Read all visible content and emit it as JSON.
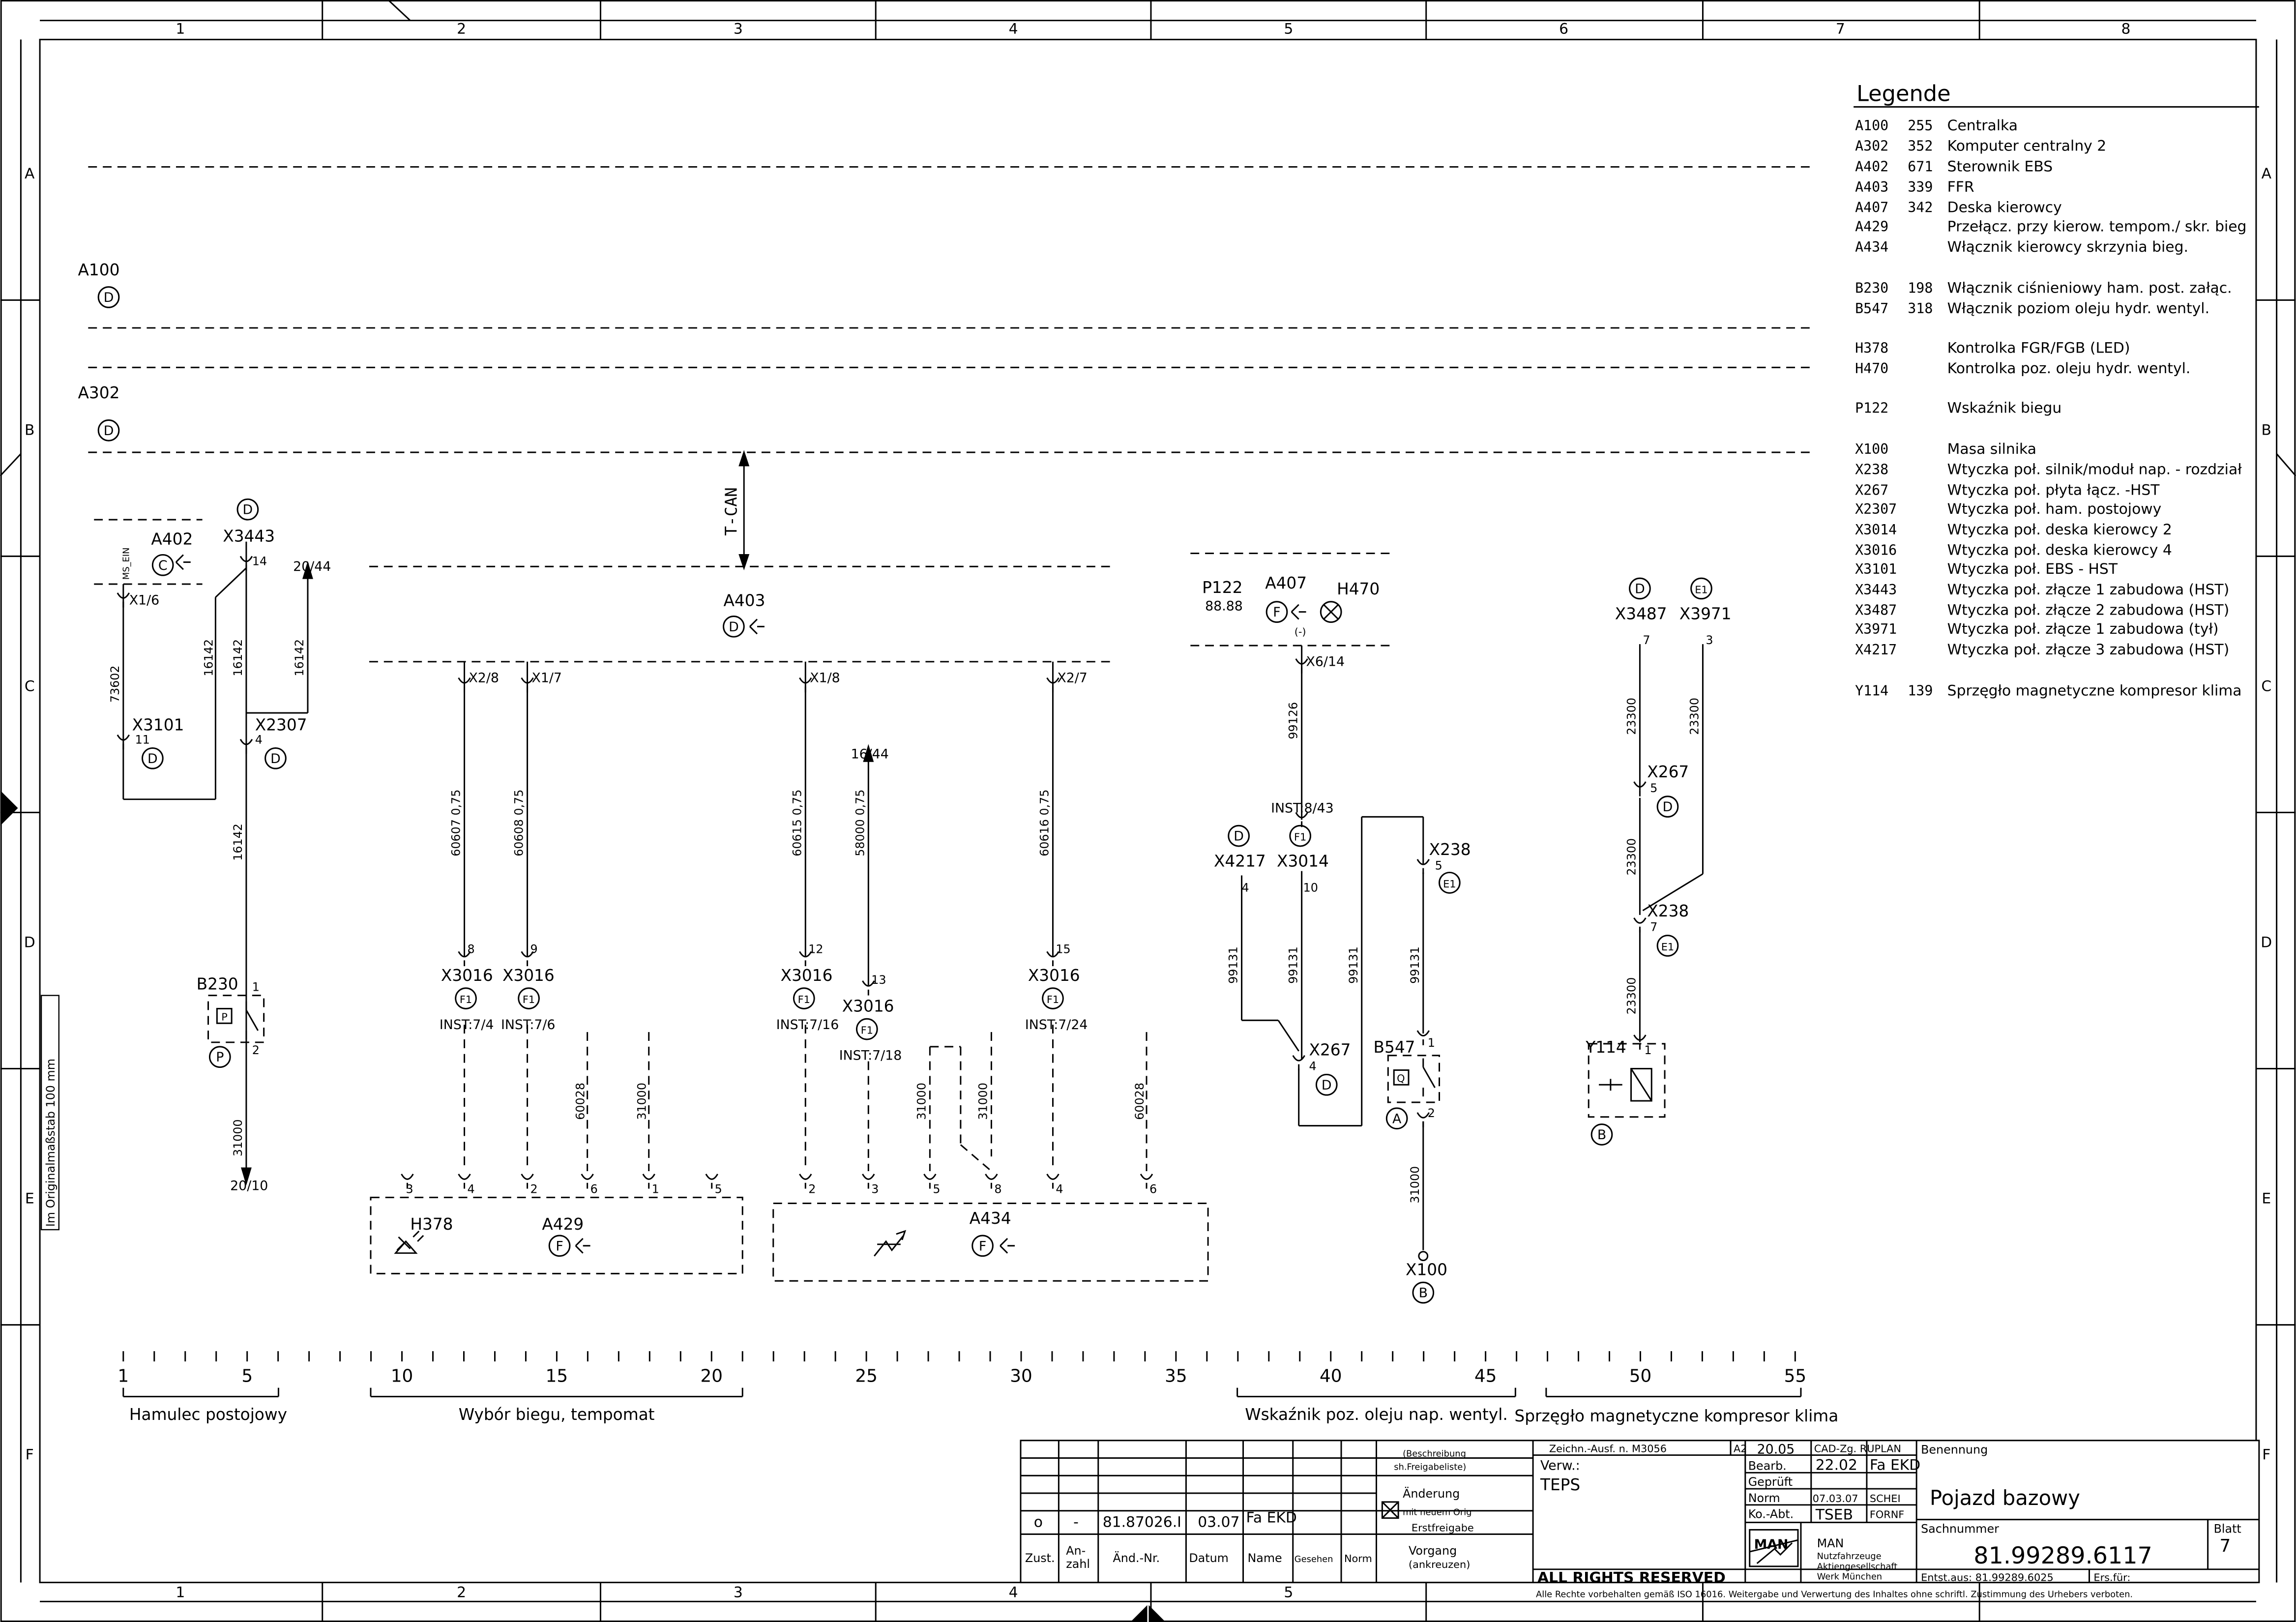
{
  "border": {
    "columns": [
      "1",
      "2",
      "3",
      "4",
      "5",
      "6",
      "7",
      "8"
    ],
    "rows": [
      "A",
      "B",
      "C",
      "D",
      "E",
      "F"
    ],
    "scale_note": "Im Originalmaßstab 100 mm"
  },
  "legend": {
    "title": "Legende",
    "entries": [
      {
        "code": "A100",
        "num": "255",
        "desc": "Centralka"
      },
      {
        "code": "A302",
        "num": "352",
        "desc": "Komputer centralny 2"
      },
      {
        "code": "A402",
        "num": "671",
        "desc": "Sterownik  EBS"
      },
      {
        "code": "A403",
        "num": "339",
        "desc": "FFR"
      },
      {
        "code": "A407",
        "num": "342",
        "desc": "Deska kierowcy"
      },
      {
        "code": "A429",
        "num": "",
        "desc": "Przełącz. przy kierow. tempom./ skr. bieg"
      },
      {
        "code": "A434",
        "num": "",
        "desc": "Włącznik kierowcy skrzynia bieg."
      },
      {
        "code": "B230",
        "num": "198",
        "desc": "Włącznik ciśnieniowy ham. post. załąc."
      },
      {
        "code": "B547",
        "num": "318",
        "desc": "Włącznik poziom oleju hydr. wentyl."
      },
      {
        "code": "H378",
        "num": "",
        "desc": "Kontrolka      FGR/FGB (LED)"
      },
      {
        "code": "H470",
        "num": "",
        "desc": "Kontrolka poz. oleju hydr. wentyl."
      },
      {
        "code": "P122",
        "num": "",
        "desc": "Wskaźnik biegu"
      },
      {
        "code": "X100",
        "num": "",
        "desc": "Masa silnika"
      },
      {
        "code": "X238",
        "num": "",
        "desc": "Wtyczka poł. silnik/moduł nap. - rozdział"
      },
      {
        "code": "X267",
        "num": "",
        "desc": "Wtyczka poł. płyta łącz. -HST"
      },
      {
        "code": "X2307",
        "num": "",
        "desc": "Wtyczka poł. ham. postojowy"
      },
      {
        "code": "X3014",
        "num": "",
        "desc": "Wtyczka poł. deska kierowcy 2"
      },
      {
        "code": "X3016",
        "num": "",
        "desc": "Wtyczka poł. deska kierowcy 4"
      },
      {
        "code": "X3101",
        "num": "",
        "desc": "Wtyczka poł. EBS - HST"
      },
      {
        "code": "X3443",
        "num": "",
        "desc": "Wtyczka poł. złącze 1 zabudowa (HST)"
      },
      {
        "code": "X3487",
        "num": "",
        "desc": "Wtyczka poł. złącze 2 zabudowa (HST)"
      },
      {
        "code": "X3971",
        "num": "",
        "desc": "Wtyczka poł. złącze 1 zabudowa (tył)"
      },
      {
        "code": "X4217",
        "num": "",
        "desc": "Wtyczka poł. złącze 3 zabudowa (HST)"
      },
      {
        "code": "Y114",
        "num": "139",
        "desc": "Sprzęgło magnetyczne kompresor klima"
      }
    ]
  },
  "labels": {
    "a100": "A100",
    "a302": "A302",
    "a402": "A402",
    "a403": "A403",
    "tcan": "T-CAN",
    "x3443": "X3443",
    "x3101": "X3101",
    "x2307": "X2307",
    "b230": "B230",
    "p122": "P122",
    "p122_disp": "88.88",
    "a407": "A407",
    "h470": "H470",
    "x4217": "X4217",
    "x3014": "X3014",
    "x238": "X238",
    "x267": "X267",
    "b547": "B547",
    "x100": "X100",
    "x3487": "X3487",
    "x3971": "X3971",
    "y114": "Y114",
    "h378": "H378",
    "a429": "A429",
    "a434": "A434",
    "x3016": "X3016",
    "ref_20_44": "20/44",
    "ref_20_10": "20/10",
    "ref_16_44": "16/44",
    "ms_ein": "MS_EIN",
    "x1_6": "X1/6",
    "x6_14": "X6/14",
    "inst_8_43": "INST:8/43",
    "inst_7_4": "INST:7/4",
    "inst_7_6": "INST:7/6",
    "inst_7_16": "INST:7/16",
    "inst_7_18": "INST:7/18",
    "inst_7_24": "INST:7/24",
    "x2_8": "X2/8",
    "x1_7": "X1/7",
    "x1_8": "X1/8",
    "x2_7": "X2/7",
    "minus": "(-)"
  },
  "circles": {
    "d": "D",
    "c": "C",
    "f": "F",
    "f1": "F1",
    "e1": "E1",
    "p": "P",
    "a": "A",
    "b": "B"
  },
  "wires": {
    "w73602": "73602",
    "w16142": "16142",
    "w31000": "31000",
    "w60607": "60607  0,75",
    "w60608": "60608  0,75",
    "w60615": "60615  0,75",
    "w58000": "58000  0,75",
    "w60616": "60616  0,75",
    "w60028": "60028",
    "w99126": "99126",
    "w99131": "99131",
    "w23300": "23300"
  },
  "pins": [
    "1",
    "2",
    "3",
    "4",
    "5",
    "6",
    "7",
    "8",
    "9",
    "10",
    "11",
    "12",
    "13",
    "14",
    "15"
  ],
  "ruler": {
    "ticks": [
      "1",
      "5",
      "10",
      "15",
      "20",
      "25",
      "30",
      "35",
      "40",
      "45",
      "50",
      "55"
    ],
    "groups": [
      "Hamulec postojowy",
      "Wybór biegu, tempomat",
      "Wskaźnik poz. oleju nap. wentyl.",
      "Sprzęgło magnetyczne kompresor klima"
    ]
  },
  "title_block": {
    "rev_row": {
      "zust": "o",
      "anzahl": "-",
      "aend_nr": "81.87026.I",
      "datum": "03.07",
      "name": "Fa EKD"
    },
    "headers": {
      "zust": "Zust.",
      "anzahl": "An-\nzahl",
      "aend": "Änd.-Nr.",
      "datum": "Datum",
      "name": "Name",
      "gesehen": "Gesehen",
      "norm": "Norm",
      "vorgang": "Vorgang",
      "ankreuzen": "(ankreuzen)"
    },
    "beschreibung": "(Beschreibung",
    "freigabeliste": "sh.Freigabeliste)",
    "aenderung": "Änderung",
    "mit_neuem": "mit neuem Orig",
    "erstfreigabe": "Erstfreigabe",
    "zeichn": "Zeichn.-Ausf. n. M3056",
    "a2": "A2",
    "verw_label": "Verw.:",
    "verw": "TEPS",
    "cad_date": "20.05",
    "cad": "CAD-Zg. RUPLAN",
    "bearb": "Bearb.",
    "bearb_date": "22.02",
    "bearb_name": "Fa EKD",
    "gepr": "Geprüft",
    "norm": "Norm",
    "norm_date": "07.03.07",
    "norm_name": "SCHEI",
    "koabt": "Ko.-Abt.",
    "koabt_val": "TSEB",
    "koabt_name": "FORNF",
    "benennung_label": "Benennung",
    "benennung": "Pojazd bazowy",
    "sachnummer_label": "Sachnummer",
    "sachnummer": "81.99289.6117",
    "blatt_label": "Blatt",
    "blatt": "7",
    "entst": "Entst.aus: 81.99289.6025",
    "ers": "Ers.für:",
    "rights": "ALL RIGHTS RESERVED",
    "iso": "Alle Rechte vorbehalten gemäß ISO 16016. Weitergabe und Verwertung des Inhaltes ohne schriftl. Zustimmung des Urhebers verboten.",
    "man": "MAN",
    "man_company": [
      "MAN",
      "Nutzfahrzeuge",
      "Aktiengesellschaft",
      "Werk München"
    ]
  }
}
